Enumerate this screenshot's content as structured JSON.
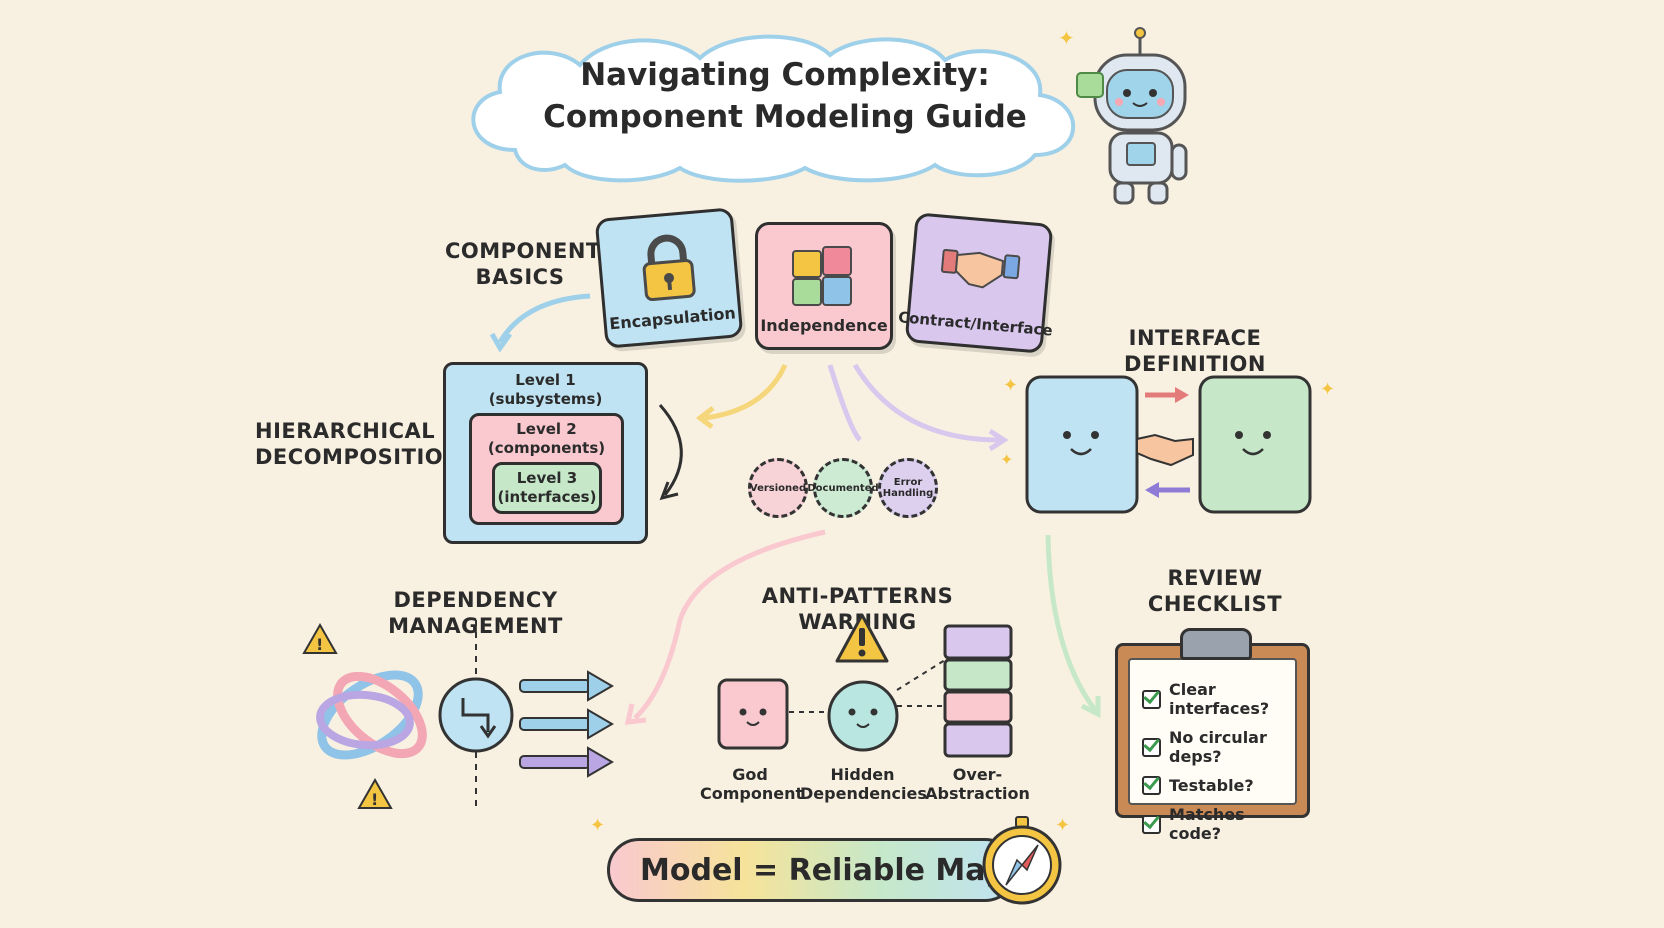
{
  "title": {
    "line1": "Navigating Complexity:",
    "line2": "Component Modeling Guide"
  },
  "sections": {
    "component_basics": "COMPONENT BASICS",
    "hierarchical_decomposition": "HIERARCHICAL DECOMPOSITION",
    "interface_definition": "INTERFACE DEFINITION",
    "dependency_management": "DEPENDENCY MANAGEMENT",
    "anti_patterns": "ANTI-PATTERNS WARNING",
    "review_checklist": "REVIEW CHECKLIST"
  },
  "basics_cards": [
    {
      "label": "Encapsulation",
      "color": "#bfe3f2",
      "icon": "lock-icon"
    },
    {
      "label": "Independence",
      "color": "#f9c9cf",
      "icon": "puzzle-icon"
    },
    {
      "label": "Contract/Interface",
      "color": "#d9c7ee",
      "icon": "handshake-icon"
    }
  ],
  "levels": [
    {
      "line1": "Level 1",
      "line2": "(subsystems)",
      "color": "#bfe3f2"
    },
    {
      "line1": "Level 2",
      "line2": "(components)",
      "color": "#f9c9cf"
    },
    {
      "line1": "Level 3",
      "line2": "(interfaces)",
      "color": "#c6e8c9"
    }
  ],
  "badges": [
    {
      "label": "Versioned",
      "color": "#f7d3d7"
    },
    {
      "label": "Documented",
      "color": "#cdebd2"
    },
    {
      "label": "Error Handling",
      "color": "#ddd0ef"
    }
  ],
  "anti_patterns": [
    {
      "line1": "God",
      "line2": "Component"
    },
    {
      "line1": "Hidden",
      "line2": "Dependencies"
    },
    {
      "line1": "Over-",
      "line2": "Abstraction"
    }
  ],
  "checklist": [
    "Clear interfaces?",
    "No circular deps?",
    "Testable?",
    "Matches code?"
  ],
  "footer": "Model = Reliable Map",
  "colors": {
    "background": "#f8f1e2",
    "blue": "#bfe3f2",
    "pink": "#f9c9cf",
    "green": "#c6e8c9",
    "purple": "#d9c7ee",
    "warning": "#f4c542"
  }
}
